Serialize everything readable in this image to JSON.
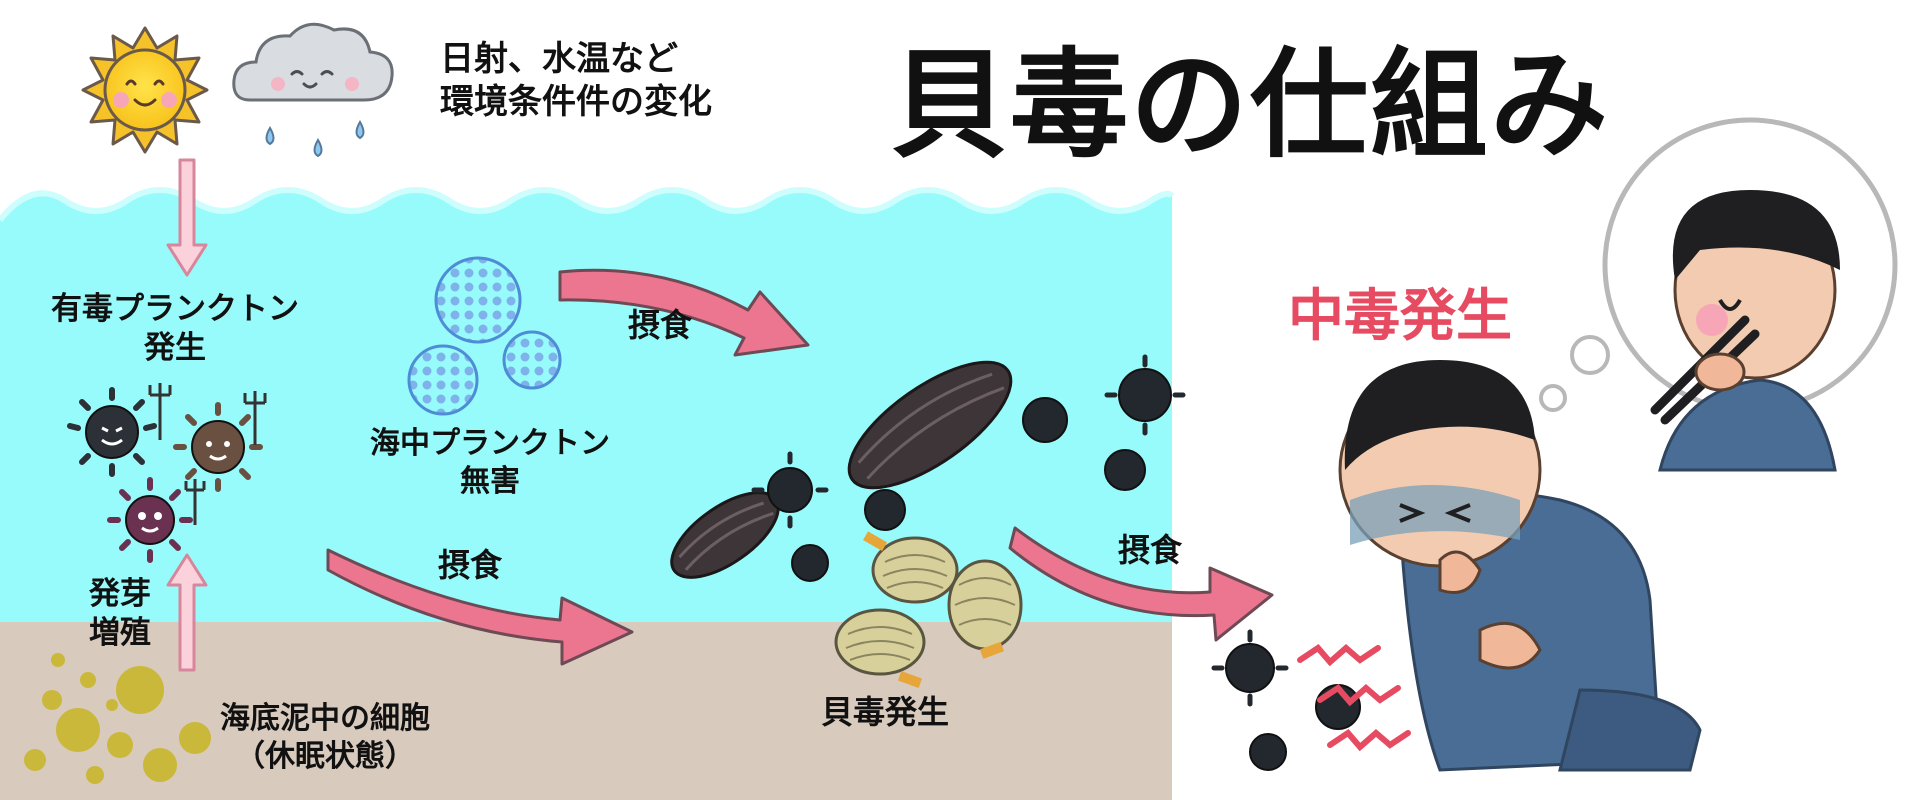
{
  "title": "貝毒の仕組み",
  "labels": {
    "environment": [
      "日射、水温など",
      "環境条件件の変化"
    ],
    "toxic_plankton": [
      "有毒プランクトン",
      "発生"
    ],
    "germination": [
      "発芽",
      "増殖"
    ],
    "cysts": [
      "海底泥中の細胞",
      "（休眠状態）"
    ],
    "harmless_plankton": [
      "海中プランクトン",
      "無害"
    ],
    "ingestion_1": "摂食",
    "ingestion_2": "摂食",
    "ingestion_3": "摂食",
    "shellfish_toxin": "貝毒発生",
    "poisoning": "中毒発生"
  },
  "colors": {
    "sea": "#97fbfb",
    "seabed": "#d8cabd",
    "arrow": "#ec7590",
    "arrow_outline": "#6e4a55",
    "poisoning_text": "#e64b62",
    "toxic_plankton": "#2c3138",
    "harmless_plankton": "#4f8cd6"
  },
  "icons": [
    "sun-icon",
    "rain-cloud-icon",
    "plankton-icon",
    "mussel-icon",
    "clam-icon",
    "sick-person-icon",
    "eating-person-icon",
    "thought-bubble-icon"
  ]
}
